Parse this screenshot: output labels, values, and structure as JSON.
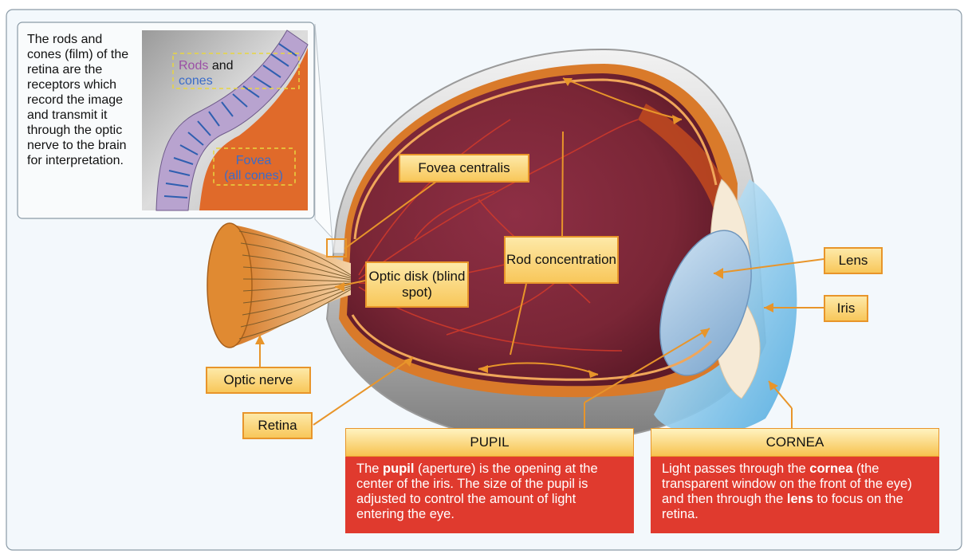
{
  "inset": {
    "description": "The rods and cones (film) of the retina are the receptors which record the image and transmit it through the optic nerve to the brain for interpretation.",
    "rods_word": "Rods",
    "and_word": "and",
    "cones_word": "cones",
    "fovea_line1": "Fovea",
    "fovea_line2": "(all cones)"
  },
  "labels": {
    "fovea_centralis": "Fovea centralis",
    "optic_disk": "Optic disk (blind spot)",
    "rod_concentration": "Rod concentration",
    "lens": "Lens",
    "iris": "Iris",
    "optic_nerve": "Optic nerve",
    "retina": "Retina"
  },
  "pupil": {
    "title": "PUPIL",
    "text_1": "The ",
    "text_bold": "pupil",
    "text_2": " (aperture) is the opening at the center of the iris. The size of the pupil is adjusted to control the amount of light entering the eye."
  },
  "cornea": {
    "title": "CORNEA",
    "text_1": "Light passes through the ",
    "text_bold_1": "cornea",
    "text_2": " (the transparent window on the front of the eye) and then through the ",
    "text_bold_2": "lens",
    "text_3": " to focus on the retina."
  },
  "colors": {
    "frame_bg": "#f3f8fc",
    "eye_interior": "#7a2636",
    "label_border": "#e8952a",
    "callout_red": "#e03a2e",
    "rods": "#9b4fa6",
    "cones": "#3a6cc9"
  }
}
